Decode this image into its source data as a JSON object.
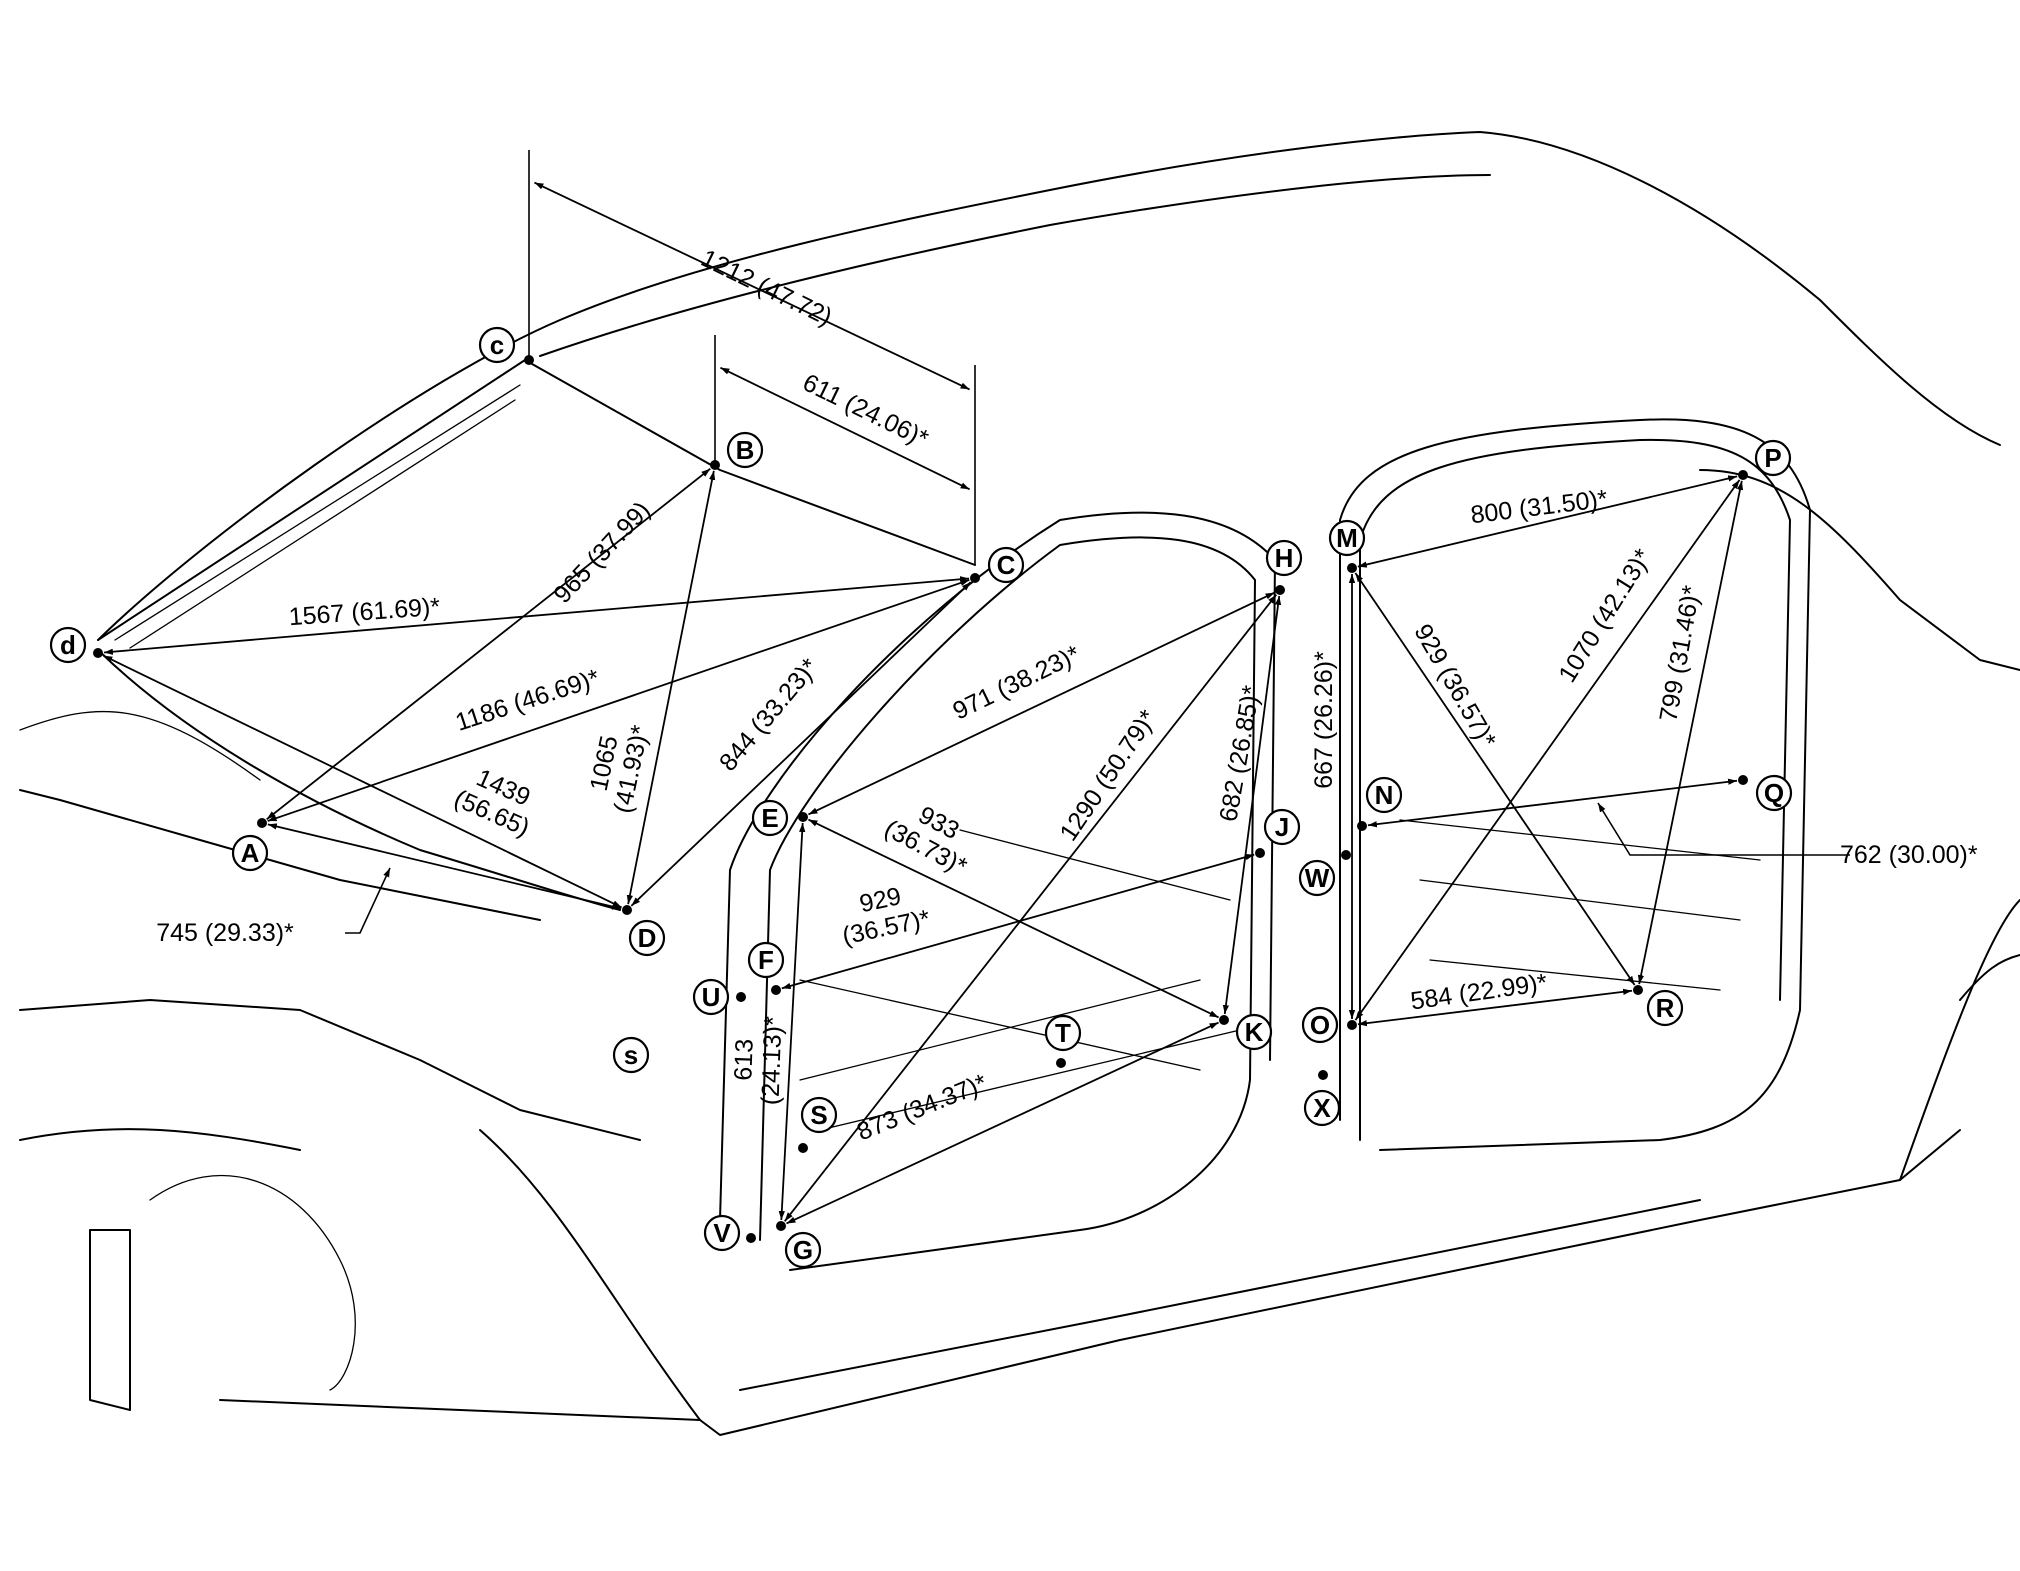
{
  "points": [
    {
      "id": "c",
      "label": "c"
    },
    {
      "id": "B",
      "label": "B"
    },
    {
      "id": "C",
      "label": "C"
    },
    {
      "id": "d",
      "label": "d"
    },
    {
      "id": "A",
      "label": "A"
    },
    {
      "id": "D",
      "label": "D"
    },
    {
      "id": "E",
      "label": "E"
    },
    {
      "id": "F",
      "label": "F"
    },
    {
      "id": "G",
      "label": "G"
    },
    {
      "id": "H",
      "label": "H"
    },
    {
      "id": "J",
      "label": "J"
    },
    {
      "id": "K",
      "label": "K"
    },
    {
      "id": "M",
      "label": "M"
    },
    {
      "id": "N",
      "label": "N"
    },
    {
      "id": "O",
      "label": "O"
    },
    {
      "id": "P",
      "label": "P"
    },
    {
      "id": "Q",
      "label": "Q"
    },
    {
      "id": "R",
      "label": "R"
    },
    {
      "id": "S",
      "label": "S"
    },
    {
      "id": "s",
      "label": "s"
    },
    {
      "id": "T",
      "label": "T"
    },
    {
      "id": "U",
      "label": "U"
    },
    {
      "id": "V",
      "label": "V"
    },
    {
      "id": "W",
      "label": "W"
    },
    {
      "id": "X",
      "label": "X"
    }
  ],
  "dimensions": [
    {
      "id": "c-C",
      "lines": [
        "1212 (47.72)"
      ]
    },
    {
      "id": "B-C",
      "lines": [
        "611 (24.06)*"
      ]
    },
    {
      "id": "A-B",
      "lines": [
        "965 (37.99)"
      ]
    },
    {
      "id": "d-C",
      "lines": [
        "1567 (61.69)*"
      ]
    },
    {
      "id": "A-C",
      "lines": [
        "1186 (46.69)*"
      ]
    },
    {
      "id": "d-D",
      "lines": [
        "1439",
        "(56.65)"
      ]
    },
    {
      "id": "B-D",
      "lines": [
        "1065",
        "(41.93)*"
      ]
    },
    {
      "id": "C-D",
      "lines": [
        "844 (33.23)*"
      ]
    },
    {
      "id": "A-D",
      "lines": [
        "745 (29.33)*"
      ]
    },
    {
      "id": "E-H",
      "lines": [
        "971 (38.23)*"
      ]
    },
    {
      "id": "E-K",
      "lines": [
        "933",
        "(36.73)*"
      ]
    },
    {
      "id": "F-J",
      "lines": [
        "929",
        "(36.57)*"
      ]
    },
    {
      "id": "G-H",
      "lines": [
        "1290 (50.79)*"
      ]
    },
    {
      "id": "H-K",
      "lines": [
        "682 (26.85)*"
      ]
    },
    {
      "id": "E-G",
      "lines": [
        "613",
        "(24.13)*"
      ]
    },
    {
      "id": "G-K",
      "lines": [
        "873 (34.37)*"
      ]
    },
    {
      "id": "M-P",
      "lines": [
        "800 (31.50)*"
      ]
    },
    {
      "id": "M-O",
      "lines": [
        "667 (26.26)*"
      ]
    },
    {
      "id": "M-R",
      "lines": [
        "929 (36.57)*"
      ]
    },
    {
      "id": "O-P",
      "lines": [
        "1070 (42.13)*"
      ]
    },
    {
      "id": "P-R",
      "lines": [
        "799 (31.46)*"
      ]
    },
    {
      "id": "N-Q",
      "lines": [
        "762 (30.00)*"
      ]
    },
    {
      "id": "O-R",
      "lines": [
        "584 (22.99)*"
      ]
    }
  ]
}
